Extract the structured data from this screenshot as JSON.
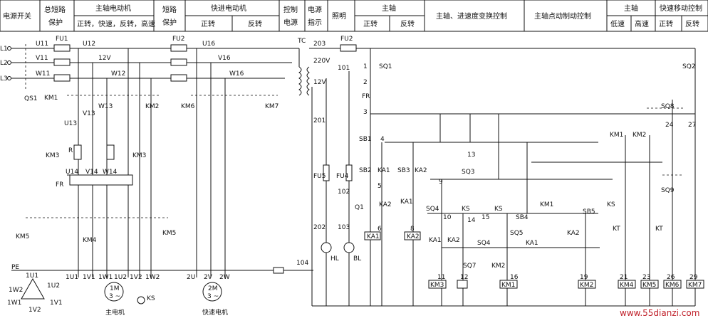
{
  "header": {
    "cells": [
      {
        "id": "power-switch",
        "text": "电源开关"
      },
      {
        "id": "main-protect",
        "line1": "总短路",
        "line2": "保护"
      },
      {
        "id": "spindle-motor",
        "line1": "主轴电动机",
        "line2": "正转，快速，反转，高速"
      },
      {
        "id": "short-protect",
        "line1": "短路",
        "line2": "保护"
      },
      {
        "id": "feed-motor",
        "line1": "快进电动机",
        "a": "正转",
        "b": "反转"
      },
      {
        "id": "ctrl-power",
        "line1": "控制",
        "line2": "电源"
      },
      {
        "id": "power-ind",
        "line1": "电源",
        "line2": "指示"
      },
      {
        "id": "lighting",
        "text": "照明"
      },
      {
        "id": "spindle",
        "line1": "主轴",
        "a": "正转",
        "b": "反转"
      },
      {
        "id": "speed-ctrl",
        "text": "主轴、进速度变换控制"
      },
      {
        "id": "jog-ctrl",
        "text": "主轴点动制动控制"
      },
      {
        "id": "spindle2",
        "line1": "主轴",
        "a": "低速",
        "b": "高速"
      },
      {
        "id": "fast-move",
        "line1": "快速移动控制",
        "a": "正转",
        "b": "反转"
      }
    ]
  },
  "labels": {
    "l1": "L1",
    "l2": "L2",
    "l3": "L3",
    "qs1": "QS1",
    "u11": "U11",
    "v11": "V11",
    "w11": "W11",
    "fu1": "FU1",
    "u12": "U12",
    "v12": "12V",
    "w12": "W12",
    "km1": "KM1",
    "km2": "KM2",
    "v13": "V13",
    "w13": "W13",
    "u13": "U13",
    "km3": "KM3",
    "km3b": "KM3",
    "r": "R",
    "u14": "U14",
    "v14": "V14",
    "w14": "W14",
    "fr": "FR",
    "km4": "KM4",
    "km5": "KM5",
    "km5b": "KM5",
    "pe": "PE",
    "m1u1": "1U1",
    "m1v1": "1V1",
    "m1w1": "1W1",
    "m1u2": "1U2",
    "m1v2": "1V2",
    "m1w2": "1W2",
    "d1u1": "1U1",
    "d1w2": "1W2",
    "d1u2": "1U2",
    "d1w1": "1W1",
    "d1v2": "1V2",
    "d1v1": "1V1",
    "m1": "1M",
    "m1b": "3 ~",
    "ks": "KS",
    "main-motor": "主电机",
    "fu2": "FU2",
    "u16": "U16",
    "v16": "V16",
    "w16": "W16",
    "km6": "KM6",
    "km7": "KM7",
    "m2u": "2U",
    "m2v": "2V",
    "m2w": "2W",
    "m2": "2M",
    "m2b": "3 ~",
    "fast-motor": "快速电机",
    "tc": "TC",
    "v220": "220V",
    "n203": "203",
    "fu2b": "FU2",
    "n101": "101",
    "n201": "201",
    "fu5": "FU5",
    "fu4": "FU4",
    "n102": "102",
    "q1": "Q1",
    "n103": "103",
    "n202": "202",
    "n104": "104",
    "hl": "HL",
    "bl": "BL",
    "n1": "1",
    "n2": "2",
    "n3": "3",
    "n4": "4",
    "n5": "5",
    "n6": "6",
    "n8": "8",
    "n9": "9",
    "n10": "10",
    "n11": "11",
    "n12": "12",
    "n13": "13",
    "n14": "14",
    "n15": "15",
    "n16": "16",
    "n19": "19",
    "n21": "21",
    "n23": "23",
    "n24": "24",
    "n26": "26",
    "n27": "27",
    "n29": "29",
    "sq1": "SQ1",
    "sq2": "SQ2",
    "sq3": "SQ3",
    "sq4": "SQ4",
    "sq5": "SQ5",
    "sq7": "SQ7",
    "sq8": "SQ8",
    "sq9": "SQ9",
    "frb": "FR",
    "sb1": "SB1",
    "sb2": "SB2",
    "sb3": "SB3",
    "sb4": "SB4",
    "sb5": "SB5",
    "ka1": "KA1",
    "ka2": "KA2",
    "ks1": "KS",
    "ks2": "KS",
    "ks3": "KS",
    "coil-ka1": "KA1",
    "coil-ka2": "KA2",
    "coil-km3": "KM3",
    "coil-km1": "KM1",
    "coil-km2": "KM2",
    "coil-km4": "KM4",
    "coil-km5": "KM5",
    "coil-km6": "KM6",
    "coil-km7": "KM7",
    "kt1": "KT",
    "kt2": "KT",
    "km1r": "KM1",
    "km2r": "KM2",
    "watermark": "www.55dianzi.com"
  }
}
